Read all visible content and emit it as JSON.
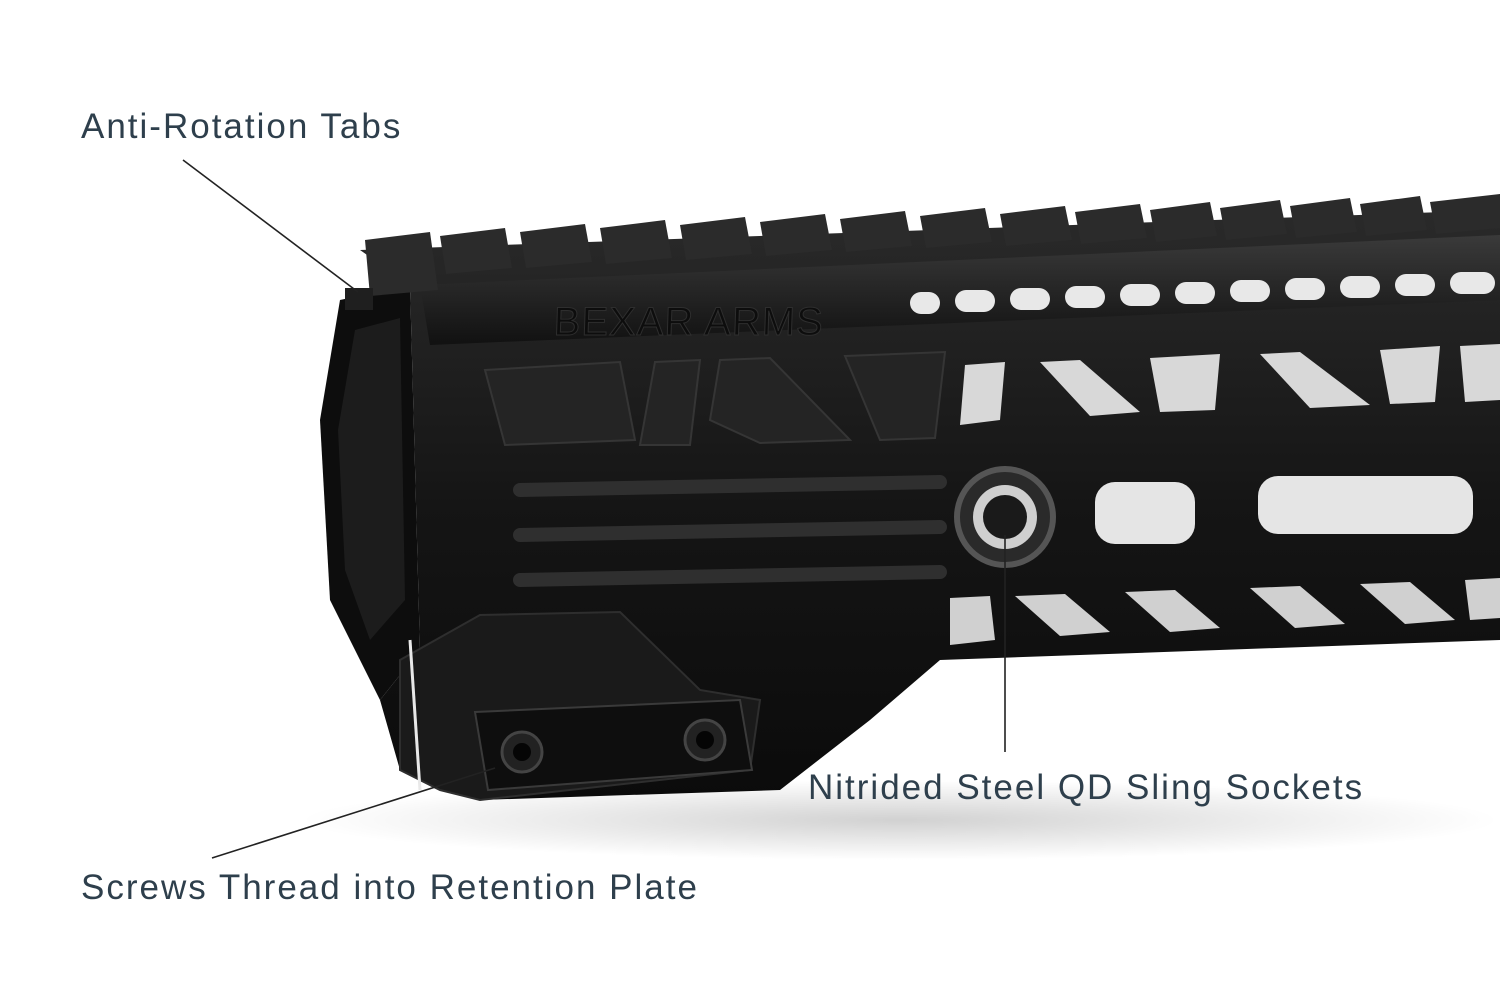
{
  "callouts": {
    "anti_rotation": "Anti-Rotation Tabs",
    "qd_sockets": "Nitrided Steel QD Sling Sockets",
    "screws": "Screws Thread into Retention Plate"
  },
  "product": {
    "engraving": "BEXAR ARMS"
  },
  "colors": {
    "label_text": "#2e3f4c",
    "body_black": "#141414",
    "background": "#ffffff"
  }
}
